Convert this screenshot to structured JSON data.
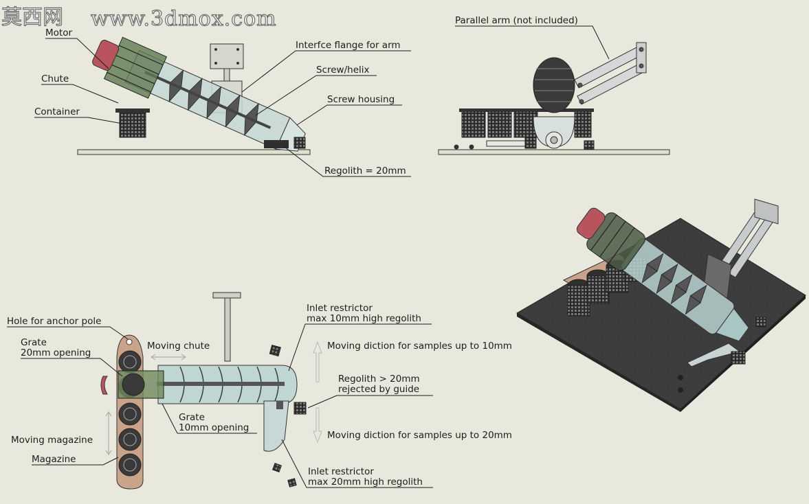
{
  "watermark": {
    "cn": "莫西网",
    "url": "www.3dmox.com"
  },
  "labels": {
    "side": {
      "motor": "Motor",
      "chute": "Chute",
      "container": "Container",
      "flange": "Interfce flange for arm",
      "screw": "Screw/helix",
      "housing": "Screw housing",
      "regolith": "Regolith = 20mm"
    },
    "front": {
      "parallel_arm": "Parallel arm (not included)"
    },
    "top": {
      "anchor": "Hole for anchor pole",
      "grate20_l1": "Grate",
      "grate20_l2": "20mm opening",
      "moving_chute": "Moving chute",
      "inlet10_l1": "Inlet restrictor",
      "inlet10_l2": "max 10mm high regolith",
      "diction10": "Moving diction for samples up to 10mm",
      "reject_l1": "Regolith > 20mm",
      "reject_l2": "rejected by guide",
      "grate10_l1": "Grate",
      "grate10_l2": "10mm opening",
      "diction20": "Moving diction for samples up to 20mm",
      "moving_magazine": "Moving magazine",
      "magazine": "Magazine",
      "inlet20_l1": "Inlet restrictor",
      "inlet20_l2": "max 20mm high regolith"
    }
  },
  "colors": {
    "background": "#e9e8dc",
    "motor_red": "#b8545e",
    "chute_green": "#6e8a5e",
    "housing_glass": "#b9d2d0",
    "magazine_tan": "#c9a48a",
    "base_plate": "#3e3e3e",
    "line": "#1c1c1c"
  }
}
